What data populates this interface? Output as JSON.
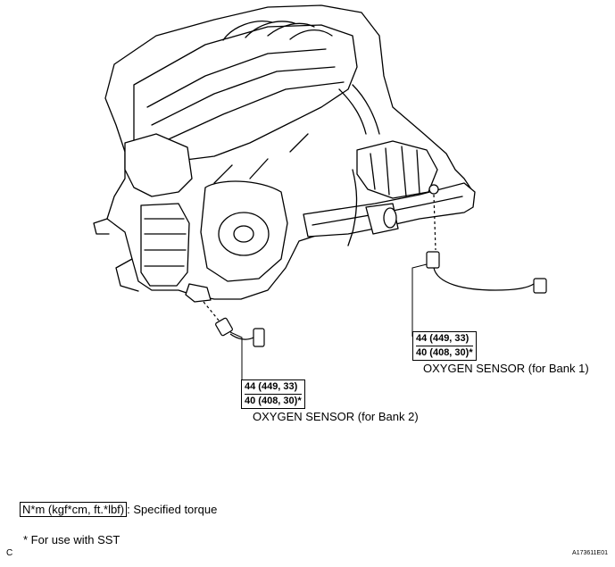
{
  "sensors": [
    {
      "torque_main": "44 (449, 33)",
      "torque_sst": "40 (408, 30)*",
      "label": "OXYGEN SENSOR (for Bank 1)"
    },
    {
      "torque_main": "44 (449, 33)",
      "torque_sst": "40 (408, 30)*",
      "label": "OXYGEN SENSOR (for Bank 2)"
    }
  ],
  "legend": {
    "unit": "N*m (kgf*cm, ft.*lbf)",
    "text": ": Specified torque"
  },
  "note": "* For use with SST",
  "corner_left": "C",
  "figure_id": "A173611E01"
}
